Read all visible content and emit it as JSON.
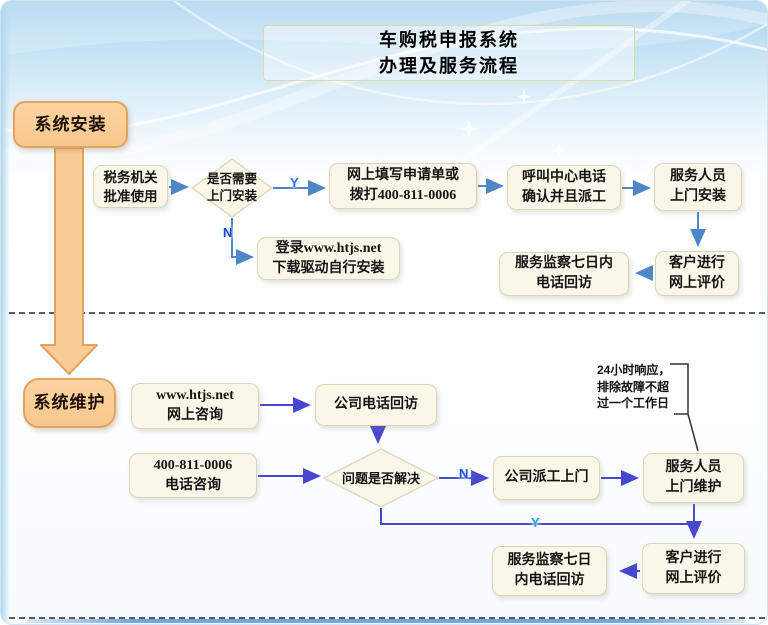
{
  "title": {
    "line1": "车购税申报系统",
    "line2": "办理及服务流程"
  },
  "sections": {
    "install": {
      "label": "系统安装",
      "nodes": {
        "approve": {
          "line1": "税务机关",
          "line2": "批准使用"
        },
        "need_onsite": {
          "line1": "是否需要",
          "line2": "上门安装"
        },
        "apply": {
          "line1": "网上填写申请单或",
          "line2": "拨打400-811-0006"
        },
        "callcenter": {
          "line1": "呼叫中心电话",
          "line2": "确认并且派工"
        },
        "install_onsite": {
          "line1": "服务人员",
          "line2": "上门安装"
        },
        "self_install": {
          "line1": "登录www.htjs.net",
          "line2": "下载驱动自行安装"
        },
        "review": {
          "line1": "客户进行",
          "line2": "网上评价"
        },
        "callback": {
          "line1": "服务监察七日内",
          "line2": "电话回访"
        }
      },
      "branch_labels": {
        "yes": "Y",
        "no": "N"
      }
    },
    "maintain": {
      "label": "系统维护",
      "nodes": {
        "web_consult": {
          "line1": "www.htjs.net",
          "line2": "网上咨询"
        },
        "company_callback": {
          "line1": "公司电话回访"
        },
        "phone_consult": {
          "line1": "400-811-0006",
          "line2": "电话咨询"
        },
        "solved": {
          "line1": "问题是否解决"
        },
        "dispatch": {
          "line1": "公司派工上门"
        },
        "maintain_onsite": {
          "line1": "服务人员",
          "line2": "上门维护"
        },
        "review": {
          "line1": "客户进行",
          "line2": "网上评价"
        },
        "callback": {
          "line1": "服务监察七日",
          "line2": "内电话回访"
        }
      },
      "annotation": {
        "line1": "24小时响应，",
        "line2": "排除故障不超",
        "line3": "过一个工作日"
      },
      "branch_labels": {
        "yes": "Y",
        "no": "N"
      }
    }
  },
  "colors": {
    "header_blue": "#a6d0ed",
    "orange_fill": "#f9cc96",
    "orange_border": "#e2a360",
    "node_fill": "#faf7e8",
    "node_border": "#d9d4ba",
    "arrow_top_section": "#4e86c6",
    "arrow_bottom_section": "#4848ce",
    "label_yes_top": "#3a6fd8",
    "label_no_top": "#2b3fd0",
    "label_no_bottom": "#2b4fd8",
    "label_yes_bottom": "#2fa0e8",
    "divider": "#5c5c5c"
  }
}
